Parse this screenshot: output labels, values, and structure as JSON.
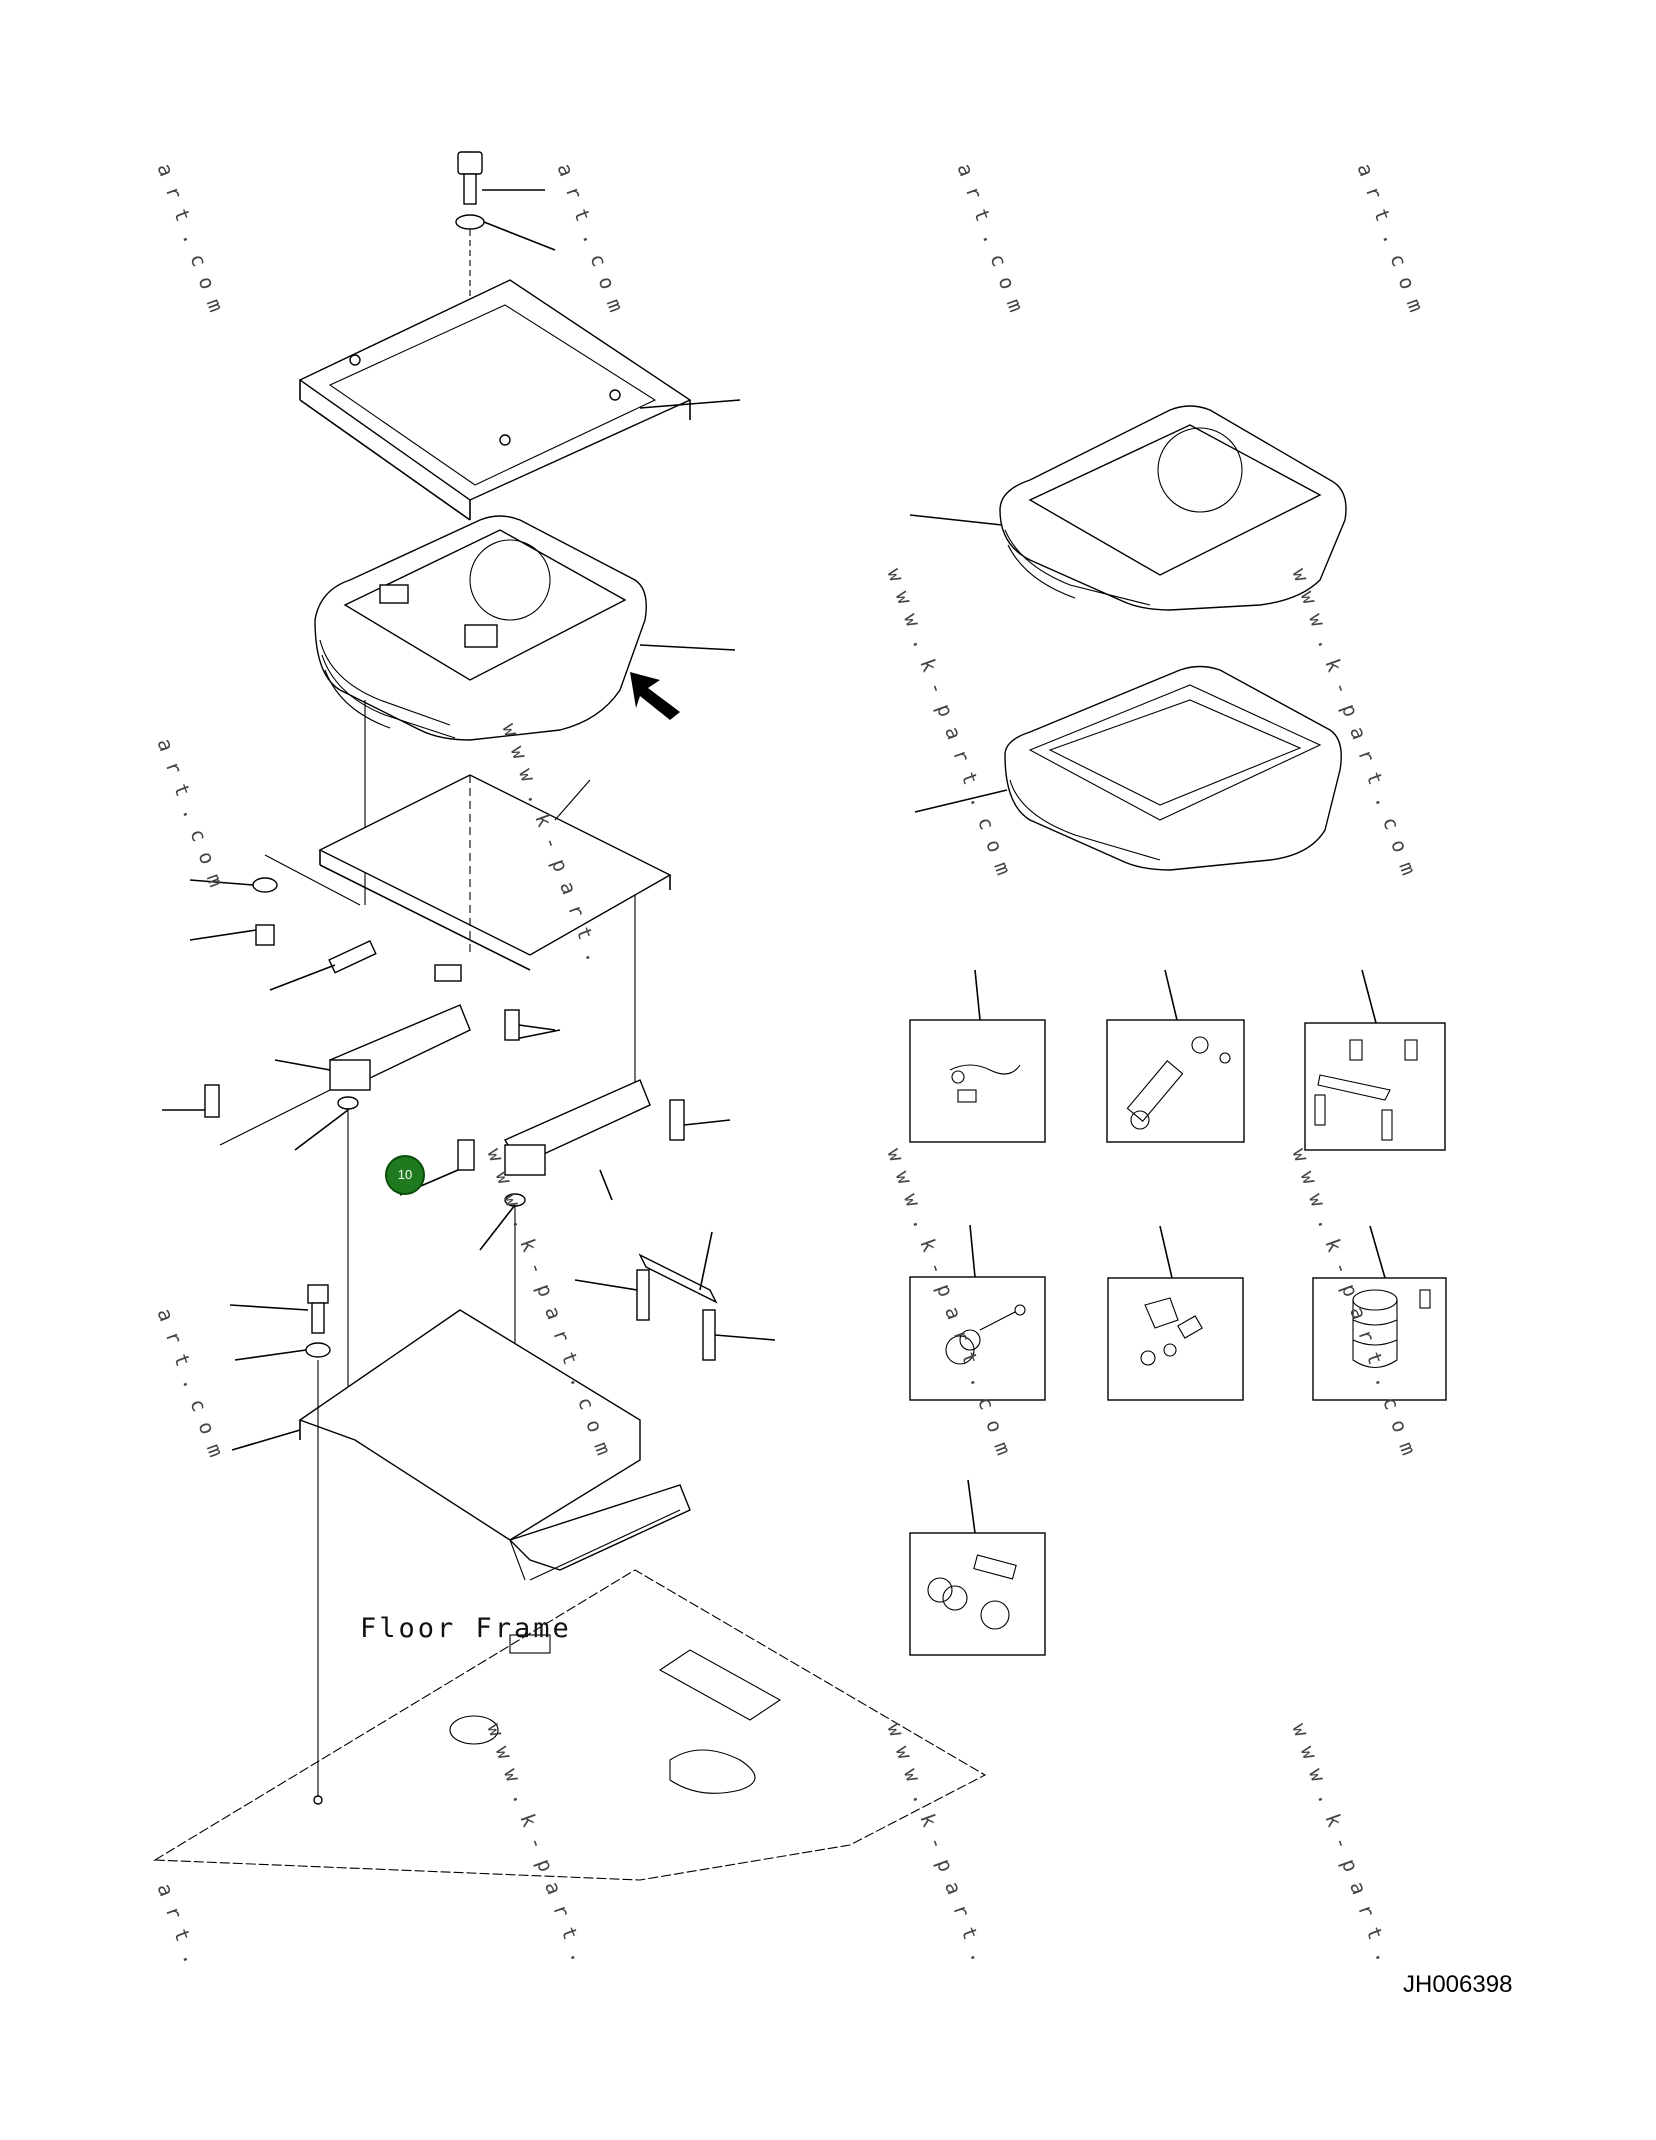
{
  "diagram": {
    "frame_label": "Floor Frame",
    "code": "JH006398",
    "callout_number": "10"
  },
  "watermarks": {
    "left_fragment": "art.com",
    "right_fragment": "www.k-part.com",
    "bottom_fragment": "art.",
    "bottom_fragment_right": "www.k-part."
  }
}
